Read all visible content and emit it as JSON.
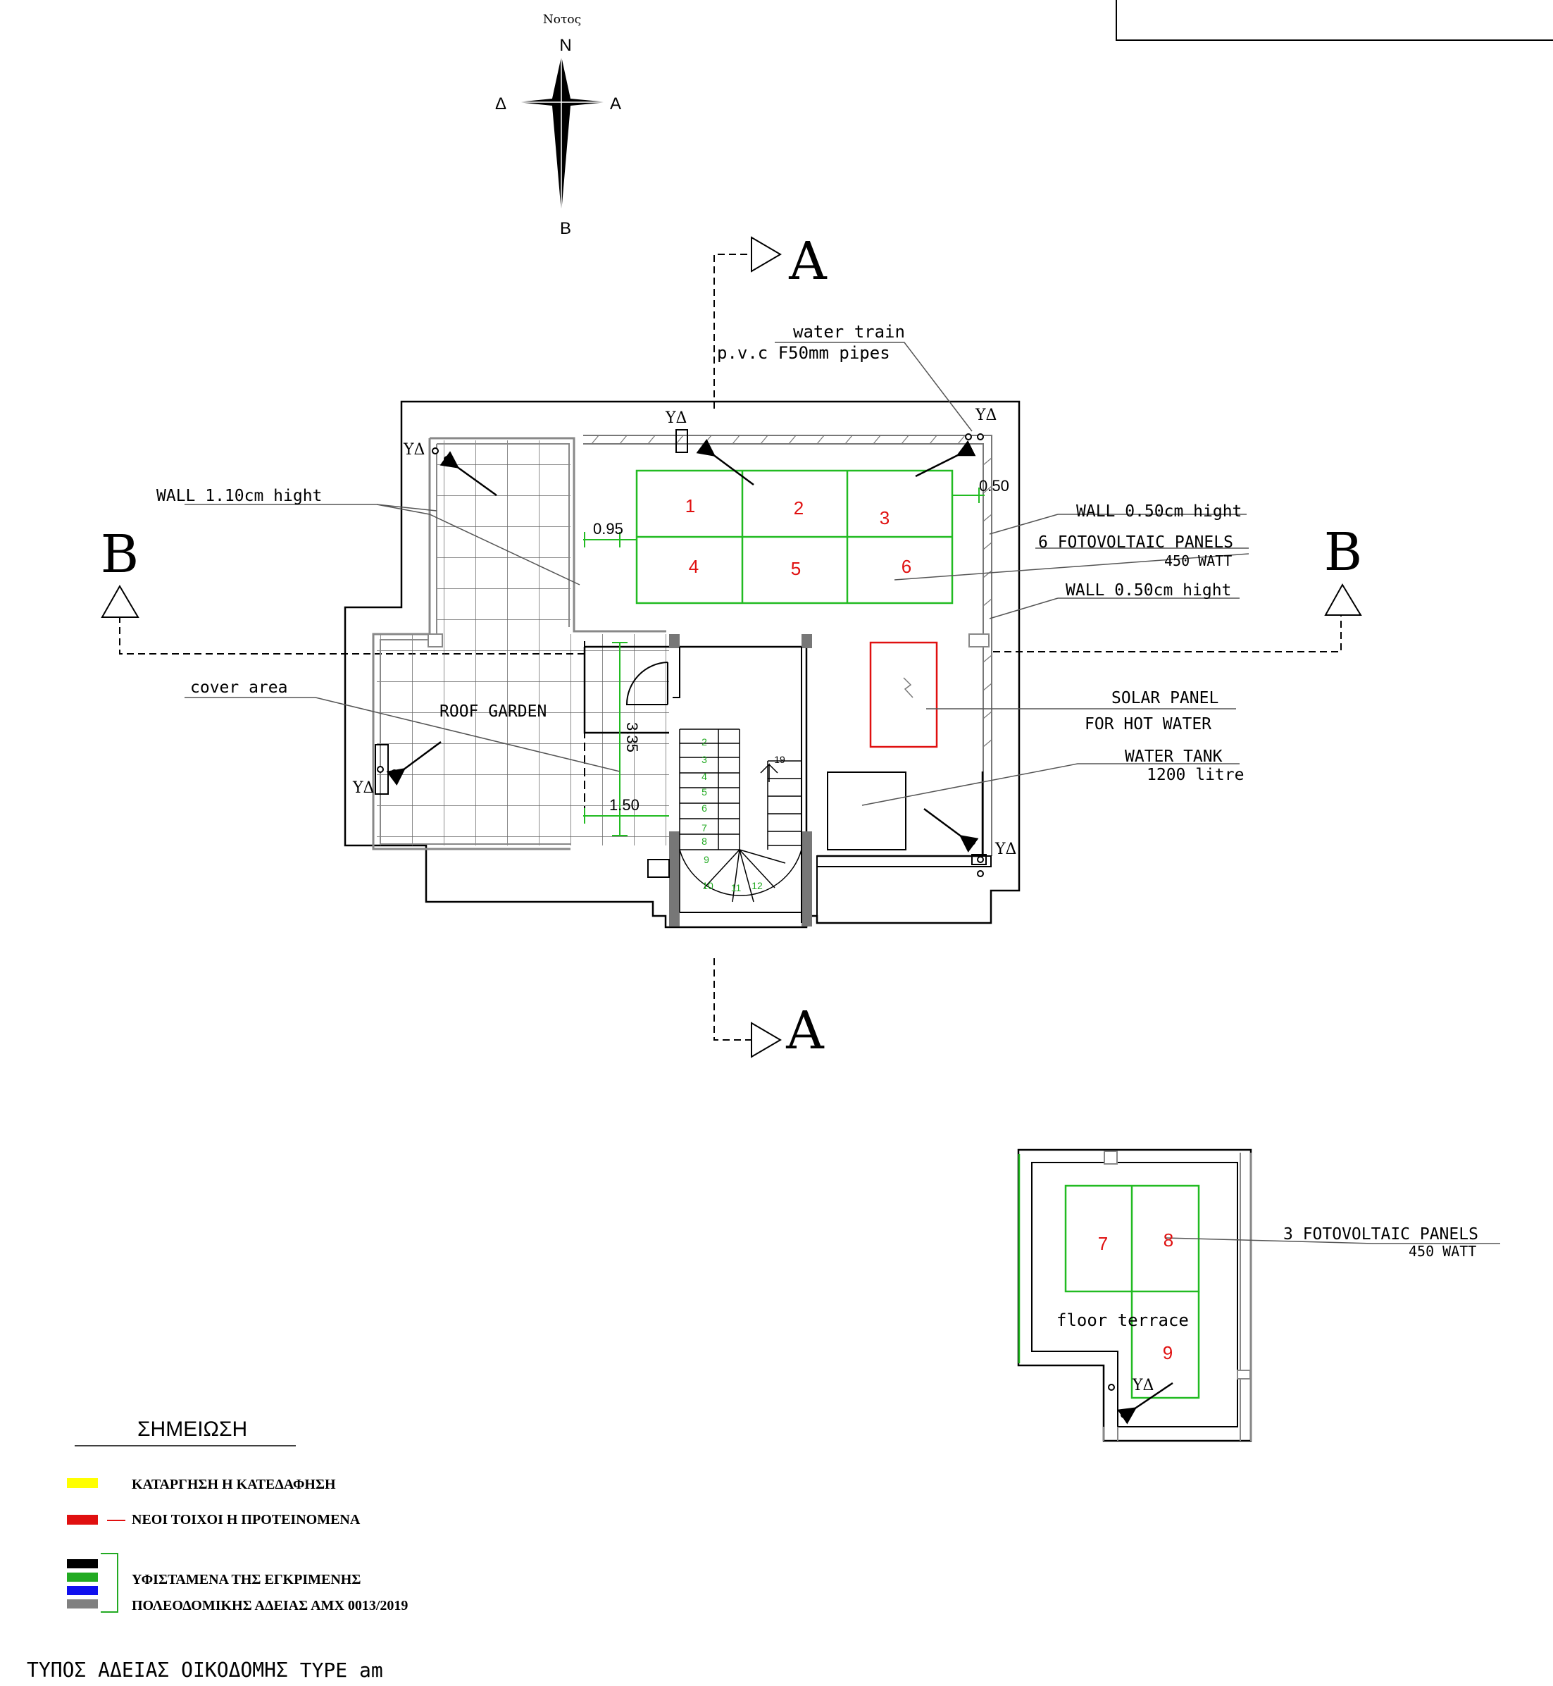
{
  "compass": {
    "label_top": "Νοτος",
    "n": "N",
    "s": "B",
    "w": "Δ",
    "e": "A"
  },
  "sections": {
    "a": "A",
    "b": "B"
  },
  "dims": {
    "d095": "0.95",
    "d050": "0.50",
    "d335": "3.35",
    "d150": "1.50"
  },
  "drain": "ΥΔ",
  "stair_numbers": [
    "2",
    "3",
    "4",
    "5",
    "6",
    "7",
    "8",
    "9",
    "10",
    "11",
    "12",
    "19"
  ],
  "labels": {
    "water_train": "water train",
    "pvc": "p.v.c F50mm pipes",
    "wall110": "WALL 1.10cm hight",
    "wall050_a": "WALL 0.50cm hight",
    "panels6": "6 FOTOVOLTAIC PANELS",
    "panels6_watt": "450  WATT",
    "wall050_b": "WALL 0.50cm hight",
    "cover": "cover area",
    "roof_garden": "ROOF GARDEN",
    "solar1": "SOLAR PANEL",
    "solar2": "FOR HOT WATER",
    "tank1": "WATER TANK",
    "tank2": "1200 litre",
    "panels3": "3 FOTOVOLTAIC PANELS",
    "panels3_watt": "450  WATT",
    "floor_terrace": "floor terrace"
  },
  "panels": [
    "1",
    "2",
    "3",
    "4",
    "5",
    "6",
    "7",
    "8",
    "9"
  ],
  "legend": {
    "title": "ΣΗΜΕΙΩΣΗ",
    "demolition": "ΚΑΤΑΡΓΗΣΗ Η ΚΑΤΕΔΑΦΗΣΗ",
    "new_walls": "ΝΕΟΙ ΤΟΙΧΟΙ Η ΠΡΟΤΕΙΝΟΜΕΝΑ",
    "existing1": "ΥΦΙΣΤΑΜΕΝΑ ΤΗΣ ΕΓΚΡΙΜΕΝΗΣ",
    "existing2": "ΠΟΛΕΟΔΟΜΙΚΗΣ ΑΔΕΙΑΣ ΑΜΧ 0013/2019",
    "colors": {
      "yellow": "#ffff00",
      "red": "#e01010",
      "black": "#000000",
      "green": "#22aa22",
      "blue": "#1010ee",
      "gray": "#808080"
    }
  },
  "footer": "ΤΥΠΟΣ ΑΔΕΙΑΣ ΟΙΚΟΔΟΜΗΣ TYPE am"
}
